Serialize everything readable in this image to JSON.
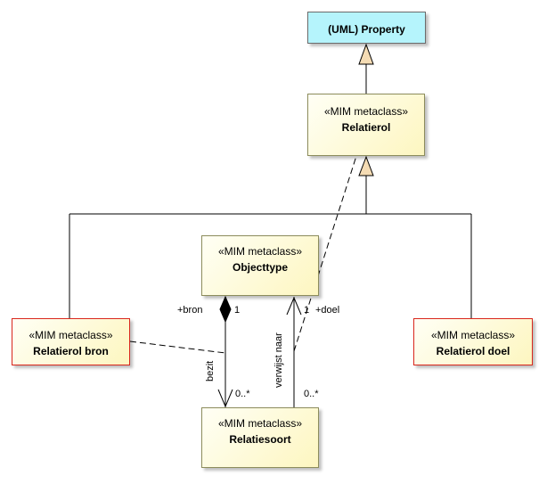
{
  "elements": {
    "property": {
      "name": "(UML) Property"
    },
    "relatierol": {
      "stereotype": "«MIM metaclass»",
      "name": "Relatierol"
    },
    "objecttype": {
      "stereotype": "«MIM metaclass»",
      "name": "Objecttype"
    },
    "relatierol_bron": {
      "stereotype": "«MIM metaclass»",
      "name": "Relatierol bron"
    },
    "relatierol_doel": {
      "stereotype": "«MIM metaclass»",
      "name": "Relatierol doel"
    },
    "relatiesoort": {
      "stereotype": "«MIM metaclass»",
      "name": "Relatiesoort"
    }
  },
  "connectors": {
    "bezit": {
      "name": "bezit",
      "source_role": "+bron",
      "source_multiplicity": "1",
      "target_multiplicity": "0..*"
    },
    "verwijst_naar": {
      "name": "verwijst naar",
      "source_role": "+doel",
      "source_multiplicity": "1",
      "target_multiplicity": "0..*"
    }
  },
  "colors": {
    "uml_fill": "#b5f4fc",
    "metaclass_fill": "#fdf6c0",
    "highlight_border": "#d9261c",
    "generalization_arrow_fill": "#f5dcb4"
  }
}
